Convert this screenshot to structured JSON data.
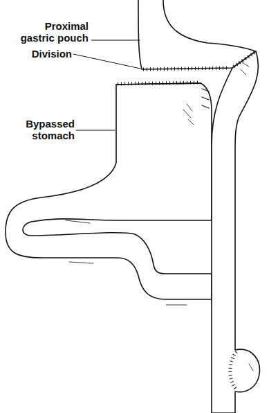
{
  "diagram": {
    "labels": [
      "Proximal gastric pouch",
      "Division",
      "Bypassed stomach"
    ]
  }
}
